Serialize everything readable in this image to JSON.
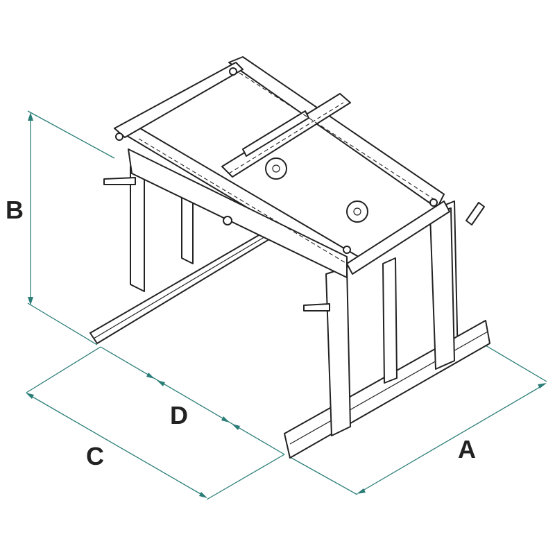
{
  "diagram": {
    "labels": {
      "a": "A",
      "b": "B",
      "c": "C",
      "d": "D"
    },
    "colors": {
      "dimension": "#2b7d78",
      "line": "#222222"
    }
  }
}
